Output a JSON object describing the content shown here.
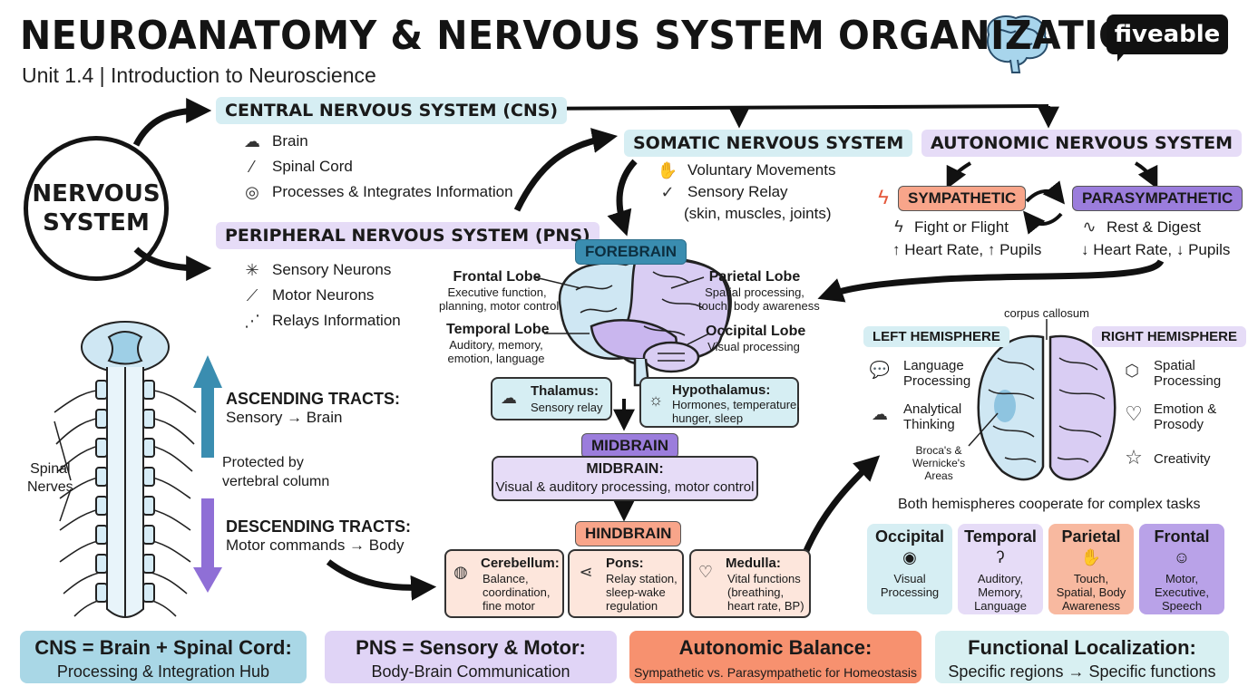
{
  "header": {
    "title": "NEUROANATOMY & NERVOUS SYSTEM ORGANIZATION",
    "subtitle": "Unit 1.4 | Introduction to Neuroscience",
    "logo": "fiveable"
  },
  "nervous_system": {
    "line1": "NERVOUS",
    "line2": "SYSTEM"
  },
  "cns": {
    "title": "CENTRAL NERVOUS SYSTEM (CNS)",
    "items": [
      "Brain",
      "Spinal Cord",
      "Processes & Integrates Information"
    ]
  },
  "pns": {
    "title": "PERIPHERAL NERVOUS SYSTEM (PNS)",
    "items": [
      "Sensory Neurons",
      "Motor Neurons",
      "Relays Information"
    ]
  },
  "somatic": {
    "title": "SOMATIC NERVOUS SYSTEM",
    "item1": "Voluntary Movements",
    "item2a": "Sensory Relay",
    "item2b": "(skin, muscles, joints)"
  },
  "autonomic": {
    "title": "AUTONOMIC NERVOUS SYSTEM",
    "sympathetic": {
      "title": "SYMPATHETIC",
      "l1": "Fight or Flight",
      "l2": "↑ Heart Rate, ↑ Pupils"
    },
    "parasympathetic": {
      "title": "PARASYMPATHETIC",
      "l1": "Rest & Digest",
      "l2": "↓ Heart Rate, ↓ Pupils"
    }
  },
  "spine": {
    "spinal_nerves_1": "Spinal",
    "spinal_nerves_2": "Nerves",
    "ascending_title": "ASCENDING TRACTS:",
    "ascending_desc": "Sensory → Brain",
    "protected_1": "Protected by",
    "protected_2": "vertebral column",
    "descending_title": "DESCENDING TRACTS:",
    "descending_desc": "Motor commands → Body"
  },
  "forebrain": {
    "label": "FOREBRAIN",
    "frontal": {
      "name": "Frontal Lobe",
      "d1": "Executive function,",
      "d2": "planning, motor control"
    },
    "parietal": {
      "name": "Parietal Lobe",
      "d1": "Spatial processing,",
      "d2": "touch, body awareness"
    },
    "temporal": {
      "name": "Temporal Lobe",
      "d1": "Auditory, memory,",
      "d2": "emotion, language"
    },
    "occipital": {
      "name": "Occipital Lobe",
      "d1": "Visual processing"
    },
    "thalamus": {
      "name": "Thalamus:",
      "d1": "Sensory relay"
    },
    "hypothalamus": {
      "name": "Hypothalamus:",
      "d1": "Hormones, temperature,",
      "d2": "hunger, sleep"
    }
  },
  "midbrain": {
    "label": "MIDBRAIN",
    "title": "MIDBRAIN:",
    "desc": "Visual & auditory processing, motor control"
  },
  "hindbrain": {
    "label": "HINDBRAIN",
    "cerebellum": {
      "name": "Cerebellum:",
      "d1": "Balance,",
      "d2": "coordination,",
      "d3": "fine motor"
    },
    "pons": {
      "name": "Pons:",
      "d1": "Relay station,",
      "d2": "sleep-wake",
      "d3": "regulation"
    },
    "medulla": {
      "name": "Medulla:",
      "d1": "Vital functions",
      "d2": "(breathing,",
      "d3": "heart rate, BP)"
    }
  },
  "hemispheres": {
    "corpus": "corpus callosum",
    "left": "LEFT HEMISPHERE",
    "right": "RIGHT HEMISPHERE",
    "left_items": [
      [
        "Language",
        "Processing"
      ],
      [
        "Analytical",
        "Thinking"
      ]
    ],
    "right_items": [
      [
        "Spatial",
        "Processing"
      ],
      [
        "Emotion &",
        "Prosody"
      ],
      [
        "Creativity"
      ]
    ],
    "broca": [
      "Broca's &",
      "Wernicke's",
      "Areas"
    ],
    "cooperate": "Both hemispheres cooperate for complex tasks"
  },
  "lobes": [
    {
      "name": "Occipital",
      "d": [
        "Visual",
        "Processing"
      ],
      "color": "#d6eef3",
      "icon": "eye-icon"
    },
    {
      "name": "Temporal",
      "d": [
        "Auditory,",
        "Memory,",
        "Language"
      ],
      "color": "#e6dcf7",
      "icon": "ear-icon"
    },
    {
      "name": "Parietal",
      "d": [
        "Touch,",
        "Spatial, Body",
        "Awareness"
      ],
      "color": "#f8b9a0",
      "icon": "hand-icon"
    },
    {
      "name": "Frontal",
      "d": [
        "Motor,",
        "Executive,",
        "Speech"
      ],
      "color": "#b9a2e8",
      "icon": "head-icon"
    }
  ],
  "footer": {
    "cns": {
      "l1": "CNS = Brain + Spinal Cord:",
      "l2": "Processing & Integration Hub"
    },
    "pns": {
      "l1": "PNS = Sensory & Motor:",
      "l2": "Body-Brain Communication"
    },
    "autonomic": {
      "l1": "Autonomic Balance:",
      "l2": "Sympathetic vs. Parasympathetic for Homeostasis"
    },
    "localization": {
      "l1": "Functional Localization:",
      "l2": "Specific regions → Specific functions"
    }
  },
  "colors": {
    "blue": "#d6eef3",
    "lavender": "#e6dcf7",
    "salmon": "#f8a58a",
    "purple": "#9b7ddc",
    "teal_header": "#3a8db0",
    "footer_blue": "#a9d7e6",
    "footer_lav": "#e0d4f6",
    "footer_salmon": "#f7916f",
    "footer_lightblue": "#d8f0f2"
  }
}
